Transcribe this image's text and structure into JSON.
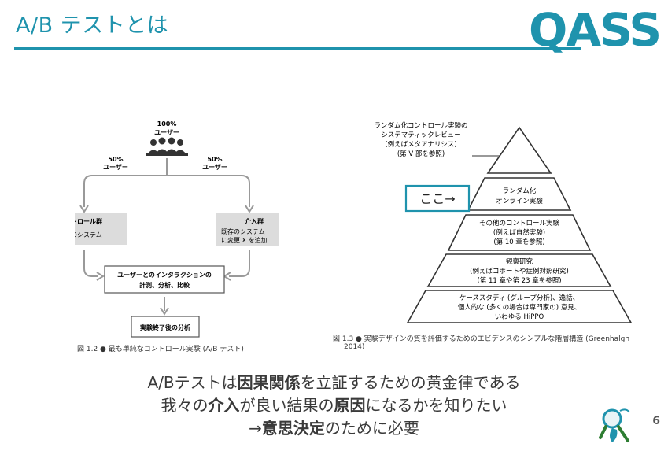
{
  "slide": {
    "title": "A/B テストとは",
    "logo_text": "QASS",
    "page_number": "6"
  },
  "figure_left": {
    "top_label_pct": "100%",
    "top_label": "ユーザー",
    "left_pct": "50%",
    "left_label": "ユーザー",
    "right_pct": "50%",
    "right_label": "ユーザー",
    "control_title": "コントロール群",
    "control_body": "既存のシステム",
    "treatment_title": "介入群",
    "treatment_body_1": "既存のシステム",
    "treatment_body_2": "に変更 X を追加",
    "interaction_1": "ユーザーとのインタラクションの",
    "interaction_2": "計測、分析、比較",
    "analysis": "実験終了後の分析",
    "caption": "図 1.2 ● 最も単純なコントロール実験 (A/B テスト)"
  },
  "figure_right": {
    "top_note_1": "ランダム化コントロール実験の",
    "top_note_2": "システマティックレビュー",
    "top_note_3": "(例えばメタアナリシス)",
    "top_note_4": "(第 V 部を参照)",
    "here_label": "ここ→",
    "level2_1": "ランダム化",
    "level2_2": "オンライン実験",
    "level3_1": "その他のコントロール実験",
    "level3_2": "(例えば自然実験)",
    "level3_3": "(第 10 章を参照)",
    "level4_1": "観察研究",
    "level4_2": "(例えばコホートや症例対照研究)",
    "level4_3": "(第 11 章や第 23 章を参照)",
    "level5_1": "ケーススタディ (グループ分析)、逸話、",
    "level5_2": "個人的な (多くの場合は専門家の) 意見、",
    "level5_3": "いわゆる HiPPO",
    "caption_1": "図 1.3 ● 実験デザインの質を評価するためのエビデンスのシンプルな階層構造 (Greenhalgh",
    "caption_2": "2014)"
  },
  "body_text": {
    "line1_a": "A/Bテストは",
    "line1_b": "因果関係",
    "line1_c": "を立証するための黄金律である",
    "line2_a": "我々の",
    "line2_b": "介入",
    "line2_c": "が良い結果の",
    "line2_d": "原因",
    "line2_e": "になるかを知りたい",
    "line3_a": "→",
    "line3_b": "意思決定",
    "line3_c": "のために必要"
  },
  "colors": {
    "accent": "#1f93ad",
    "box_gray": "#dcdcdc",
    "arrow_gray": "#999999"
  }
}
